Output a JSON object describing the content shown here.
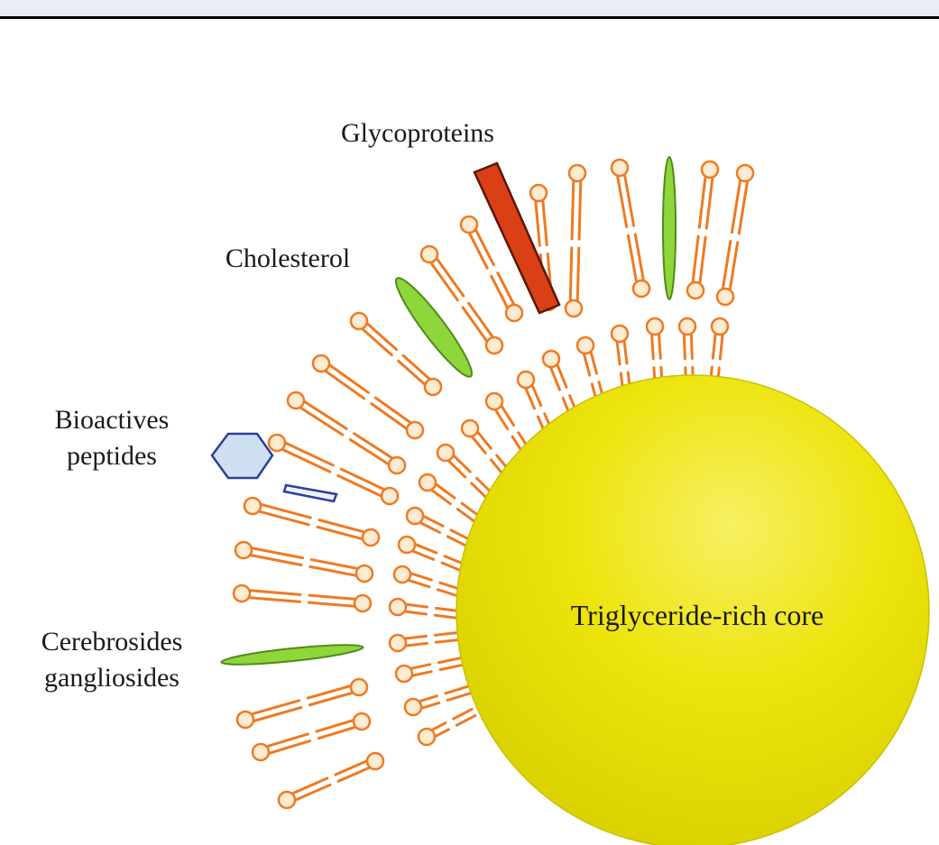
{
  "labels": {
    "glycoproteins": "Glycoproteins",
    "cholesterol": "Cholesterol",
    "bioactives_line1": "Bioactives",
    "bioactives_line2": "peptides",
    "cerebrosides_line1": "Cerebrosides",
    "cerebrosides_line2": "gangliosides",
    "core": "Triglyceride-rich core"
  },
  "colors": {
    "phospholipid": "#ee7a22",
    "head_fill": "#fdebd2",
    "core": "#f2ea0a",
    "cholesterol": "#8ed63a",
    "glycoprotein": "#d94016",
    "peptide_fill": "#cfe0f2",
    "peptide_stroke": "#2b3f9e"
  }
}
